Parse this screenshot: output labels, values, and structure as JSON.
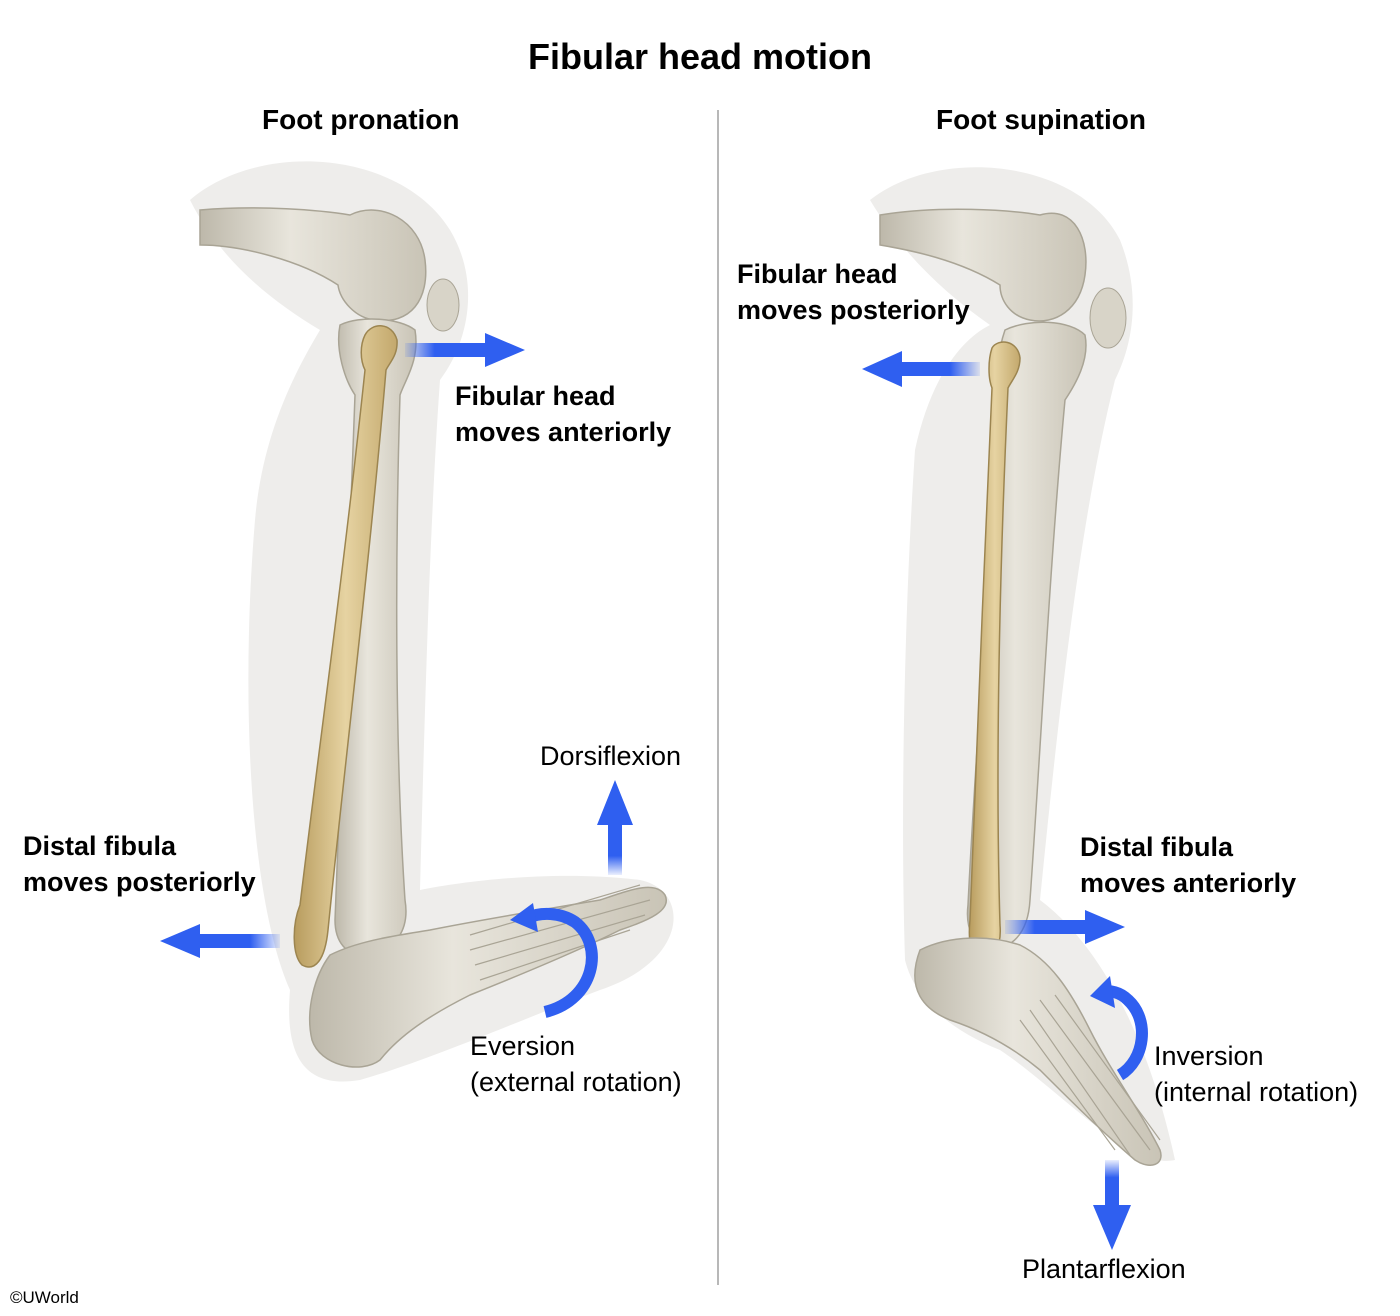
{
  "title": "Fibular head motion",
  "left_panel": {
    "title": "Foot pronation",
    "fibular_head_line1": "Fibular head",
    "fibular_head_line2": "moves anteriorly",
    "distal_fibula_line1": "Distal fibula",
    "distal_fibula_line2": "moves posteriorly",
    "foot_motion": "Dorsiflexion",
    "rotation_line1": "Eversion",
    "rotation_line2": "(external rotation)"
  },
  "right_panel": {
    "title": "Foot supination",
    "fibular_head_line1": "Fibular head",
    "fibular_head_line2": "moves posteriorly",
    "distal_fibula_line1": "Distal fibula",
    "distal_fibula_line2": "moves anteriorly",
    "foot_motion": "Plantarflexion",
    "rotation_line1": "Inversion",
    "rotation_line2": "(internal rotation)"
  },
  "copyright": "©UWorld",
  "colors": {
    "arrow": "#2f5ff0",
    "bone": "#dcd8cc",
    "fibula": "#d9c595",
    "leg_shadow": "#ecebe9",
    "divider": "#b8b8b8"
  }
}
